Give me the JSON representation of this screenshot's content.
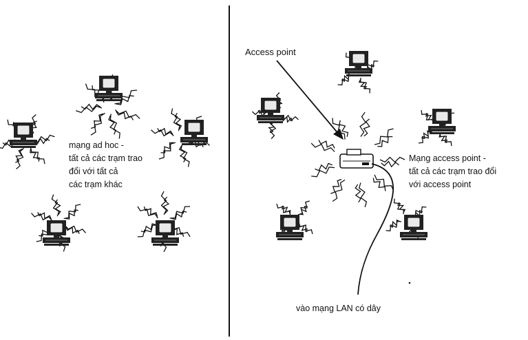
{
  "adhoc": {
    "label_lines": [
      "mạng ad hoc -",
      "tất cả các trạm trao",
      "đổi với tất cả",
      "các trạm khác"
    ]
  },
  "infrastructure": {
    "access_point_label": "Access point",
    "label_lines": [
      "Mạng access point -",
      "tất cả các trạm trao đổi",
      "với access point"
    ],
    "wired_lan_label": "vào mạng LAN có dây"
  },
  "icons": {
    "station": "computer-workstation-icon",
    "access_point": "access-point-device-icon",
    "wireless": "wireless-signal-burst-icon"
  },
  "colors": {
    "ink": "#111111",
    "screen": "#e9e9e9",
    "background": "#ffffff"
  }
}
